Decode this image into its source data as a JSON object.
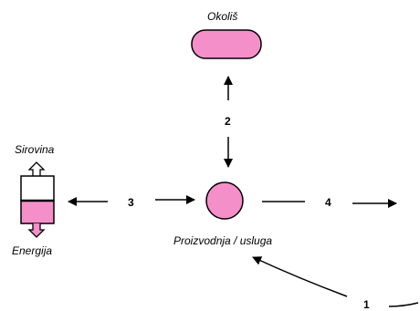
{
  "labels": {
    "environment": "Okoliš",
    "raw_material": "Sirovina",
    "energy": "Energija",
    "production": "Proizvodnja / usluga"
  },
  "flows": {
    "f1": "1",
    "f2": "2",
    "f3": "3",
    "f4": "4"
  },
  "colors": {
    "fill": "#f48fc9",
    "stroke": "#000000"
  }
}
